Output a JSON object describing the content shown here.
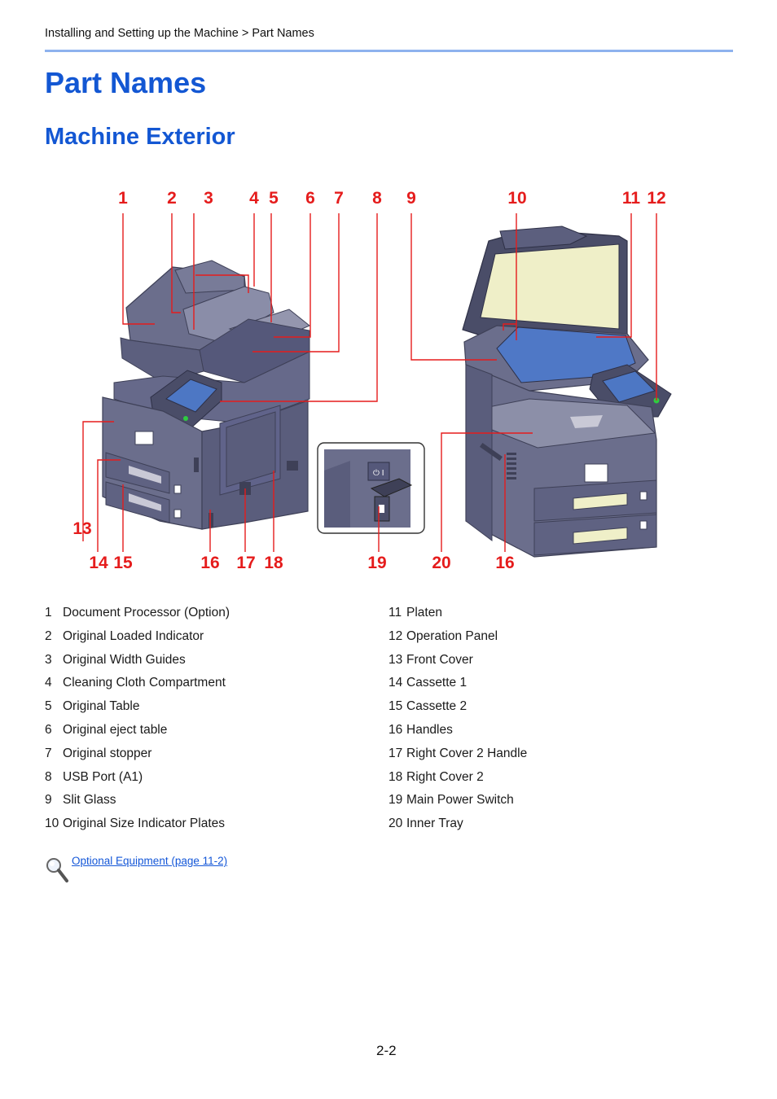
{
  "header": {
    "breadcrumb": "Installing and Setting up the Machine > Part Names"
  },
  "title": "Part Names",
  "section_title": "Machine Exterior",
  "figure": {
    "callouts": [
      "1",
      "2",
      "3",
      "4",
      "5",
      "6",
      "7",
      "8",
      "9",
      "10",
      "11",
      "12",
      "13",
      "14",
      "15",
      "16",
      "17",
      "18",
      "19",
      "20",
      "16"
    ],
    "colors": {
      "callout": "#e51c1c",
      "machine": "#6b6e8c",
      "machine_dark": "#4a4d68",
      "accent": "#1357d3"
    }
  },
  "parts_left": [
    {
      "num": "1",
      "label": "Document Processor (Option)"
    },
    {
      "num": "2",
      "label": "Original Loaded Indicator"
    },
    {
      "num": "3",
      "label": "Original Width Guides"
    },
    {
      "num": "4",
      "label": "Cleaning Cloth Compartment"
    },
    {
      "num": "5",
      "label": "Original Table"
    },
    {
      "num": "6",
      "label": "Original eject table"
    },
    {
      "num": "7",
      "label": "Original stopper"
    },
    {
      "num": "8",
      "label": "USB Port (A1)"
    },
    {
      "num": "9",
      "label": "Slit Glass"
    },
    {
      "num": "10",
      "label": "Original Size Indicator Plates"
    }
  ],
  "parts_right": [
    {
      "num": "11",
      "label": "Platen"
    },
    {
      "num": "12",
      "label": "Operation Panel"
    },
    {
      "num": "13",
      "label": "Front Cover"
    },
    {
      "num": "14",
      "label": "Cassette 1"
    },
    {
      "num": "15",
      "label": "Cassette 2"
    },
    {
      "num": "16",
      "label": "Handles"
    },
    {
      "num": "17",
      "label": "Right Cover 2 Handle"
    },
    {
      "num": "18",
      "label": "Right Cover 2"
    },
    {
      "num": "19",
      "label": "Main Power Switch"
    },
    {
      "num": "20",
      "label": "Inner Tray"
    }
  ],
  "reference": {
    "icon": "magnifier-icon",
    "link_text": "Optional Equipment (page 11-2)"
  },
  "page_number": "2-2"
}
